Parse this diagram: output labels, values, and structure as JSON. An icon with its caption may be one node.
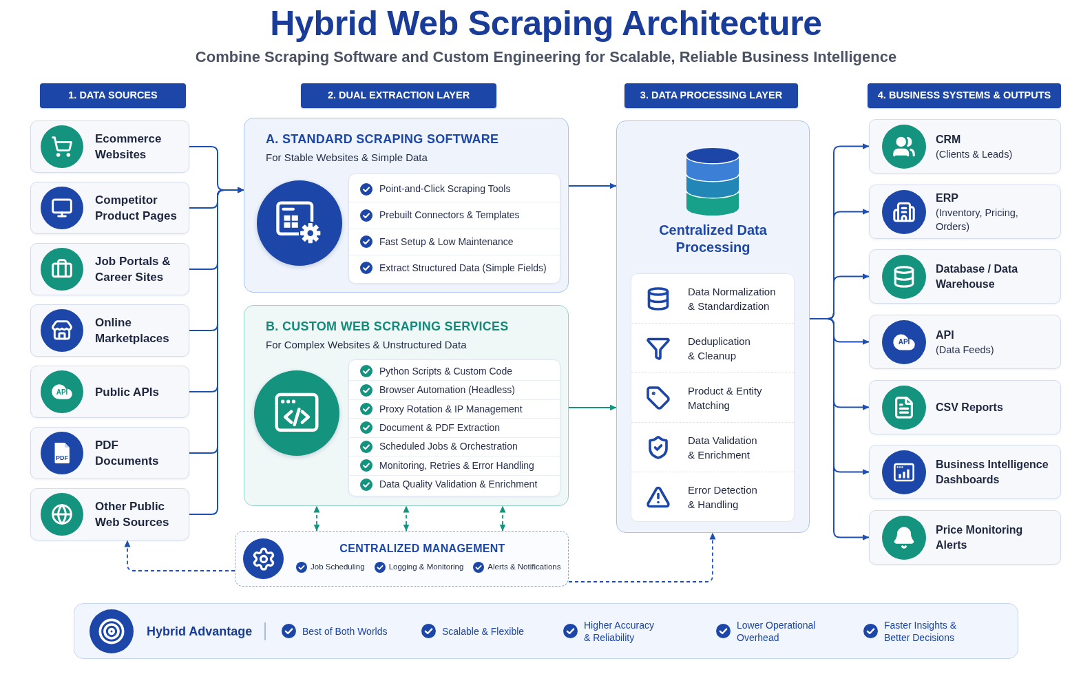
{
  "diagram": {
    "title": "Hybrid Web Scraping Architecture",
    "nodes": [
      {
        "text": [
          "1. DATA SOURCES"
        ]
      },
      {
        "text": [
          "Ecommerce Websites"
        ]
      },
      {
        "text": [
          "Competitor Product Pages"
        ]
      },
      {
        "text": [
          "Job Portals & Career Sites"
        ]
      },
      {
        "text": [
          "Online Marketplaces"
        ]
      },
      {
        "text": [
          "Public APIs"
        ]
      },
      {
        "text": [
          "PDF Documents"
        ]
      },
      {
        "text": [
          "Other Public Web Sources"
        ]
      },
      {
        "text": [
          "2. DUAL EXTRACTION LAYER"
        ]
      },
      {
        "text": [
          "A. STANDARD SCRAPING SOFTWARE",
          "For Stable Websites & Simple Data"
        ]
      },
      {
        "text": [
          "Point-and-Click Scraping Tools",
          "Prebuilt Connectors & Templates",
          "Fast Setup & Low Maintenance",
          "Extract Structured Data (Simple Fields)"
        ],
        "in": 9
      },
      {
        "text": [
          "B. CUSTOM WEB SCRAPING SERVICES",
          "For Complex Websites & Unstructured Data"
        ]
      },
      {
        "text": [
          "Python Scripts & Custom Code",
          "Browser Automation (Headless)",
          "Proxy Rotation & IP Management",
          "Document & PDF Extraction",
          "Scheduled Jobs & Orchestration",
          "Monitoring, Retries & Error Handling",
          "Data Quality Validation & Enrichment"
        ],
        "in": 11
      },
      {
        "text": [
          "CENTRALIZED MANAGEMENT",
          "Job Scheduling",
          "Logging & Monitoring",
          "Alerts & Notifications"
        ]
      },
      {
        "text": [
          "3. DATA PROCESSING LAYER"
        ]
      },
      {
        "text": [
          "Centralized Data Processing"
        ]
      },
      {
        "text": [
          "Data Normalization & Standardization",
          "Deduplication & Cleanup",
          "Product & Entity Matching",
          "Data Validation & Enrichment",
          "Error Detection & Handling"
        ],
        "in": 15
      },
      {
        "text": [
          "4. BUSINESS SYSTEMS & OUTPUTS"
        ]
      },
      {
        "text": [
          "CRM",
          "(Clients & Leads)"
        ]
      },
      {
        "text": [
          "ERP",
          "(Inventory, Pricing, Orders)"
        ]
      },
      {
        "text": [
          "Database / Data Warehouse"
        ]
      },
      {
        "text": [
          "API",
          "(Data Feeds)"
        ]
      },
      {
        "text": [
          "CSV Reports"
        ]
      },
      {
        "text": [
          "Business Intelligence Dashboards"
        ]
      },
      {
        "text": [
          "Price Monitoring Alerts"
        ]
      },
      {
        "text": [
          "Hybrid Advantage",
          "Best of Both Worlds",
          "Scalable & Flexible",
          "Higher Accuracy & Reliability",
          "Lower Operational Overhead",
          "Faster Insights & Better Decisions"
        ]
      }
    ],
    "edges": [
      {
        "from": 1,
        "to": 9,
        "arrow": "to"
      },
      {
        "from": 2,
        "to": 9,
        "arrow": "to"
      },
      {
        "from": 3,
        "to": 9,
        "arrow": "to"
      },
      {
        "from": 4,
        "to": 9,
        "arrow": "to"
      },
      {
        "from": 5,
        "to": 9,
        "arrow": "to"
      },
      {
        "from": 6,
        "to": 9,
        "arrow": "to"
      },
      {
        "from": 7,
        "to": 9,
        "arrow": "to"
      },
      {
        "from": 9,
        "to": 15,
        "arrow": "to"
      },
      {
        "from": 11,
        "to": 15,
        "arrow": "to",
        "color": "#14937f"
      },
      {
        "from": 13,
        "to": 11,
        "arrow": "both",
        "style": "dashed",
        "color": "#14937f"
      },
      {
        "from": 13,
        "to": 11,
        "arrow": "both",
        "style": "dashed",
        "color": "#14937f"
      },
      {
        "from": 13,
        "to": 11,
        "arrow": "both",
        "style": "dashed",
        "color": "#14937f"
      },
      {
        "from": 13,
        "to": 7,
        "arrow": "to",
        "style": "dashed"
      },
      {
        "from": 13,
        "to": 15,
        "arrow": "to",
        "style": "dashed"
      },
      {
        "from": 15,
        "to": 18,
        "arrow": "to"
      },
      {
        "from": 15,
        "to": 19,
        "arrow": "to"
      },
      {
        "from": 15,
        "to": 20,
        "arrow": "to"
      },
      {
        "from": 15,
        "to": 21,
        "arrow": "to"
      },
      {
        "from": 15,
        "to": 22,
        "arrow": "to"
      },
      {
        "from": 15,
        "to": 23,
        "arrow": "to"
      },
      {
        "from": 15,
        "to": 24,
        "arrow": "to"
      }
    ],
    "labels": [
      "Combine Scraping Software and Custom Engineering for Scalable, Reliable Business Intelligence",
      "API",
      "PDF",
      "API"
    ]
  }
}
